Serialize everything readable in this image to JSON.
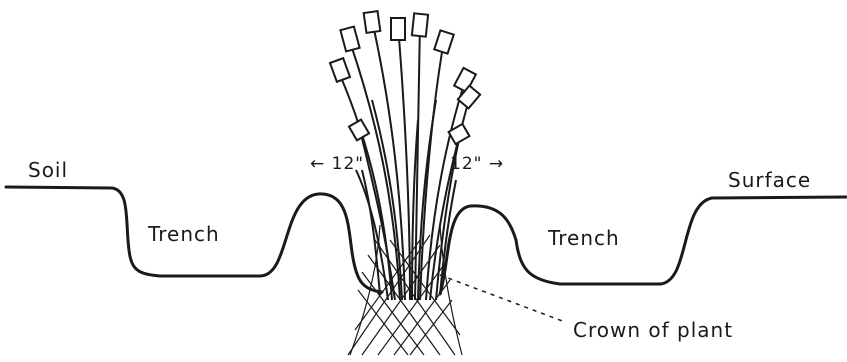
{
  "labels": {
    "soil": "Soil",
    "surface": "Surface",
    "trench_left": "Trench",
    "trench_right": "Trench",
    "distance_left": "← 12\"",
    "distance_right": "12\" →",
    "crown": "Crown of plant"
  },
  "colors": {
    "ink": "#1a1a1a",
    "background": "#ffffff"
  }
}
